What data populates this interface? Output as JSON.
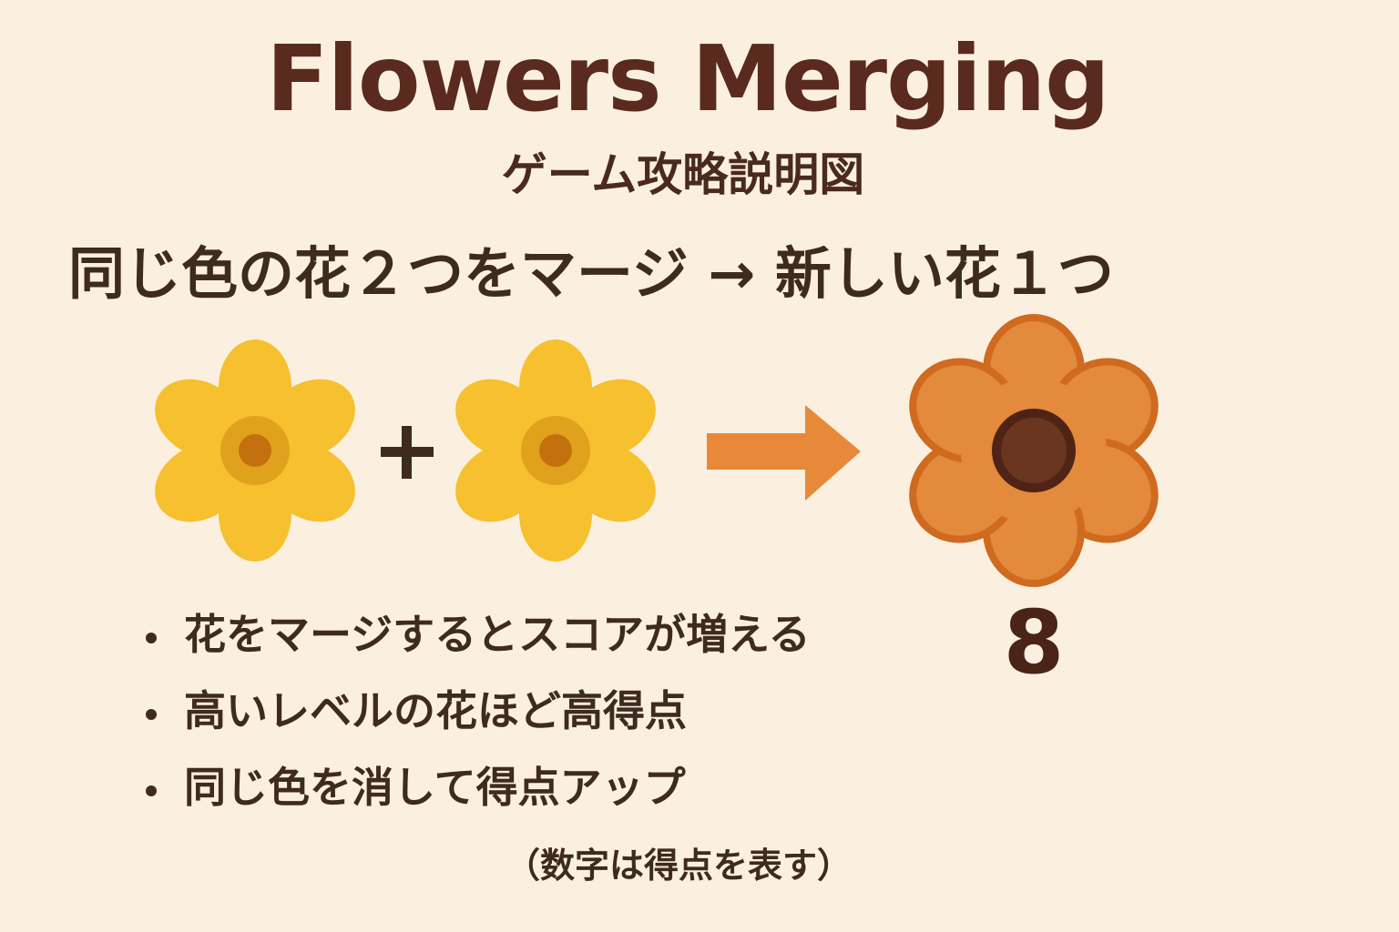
{
  "title": "Flowers Merging",
  "subtitle": "ゲーム攻略説明図",
  "rule": "同じ色の花２つをマージ → 新しい花１つ",
  "equation": {
    "input_flower_color": "#f6c02e",
    "operator": "+",
    "result_flower_color": "#e38a3c",
    "arrow_color": "#e8893a"
  },
  "score": "8",
  "bullets": [
    "花をマージするとスコアが増える",
    "高いレベルの花ほど高得点",
    "同じ色を消して得点アップ"
  ],
  "note": "（数字は得点を表す）"
}
